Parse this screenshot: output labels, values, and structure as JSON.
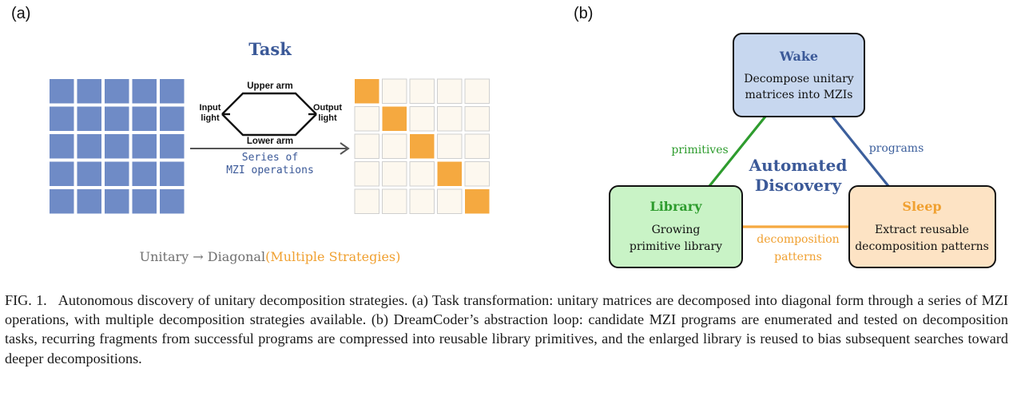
{
  "panel_a": {
    "label": "(a)",
    "title": "Task",
    "mzi": {
      "upper_arm": "Upper arm",
      "lower_arm": "Lower arm",
      "input_line1": "Input",
      "input_line2": "light",
      "output_line1": "Output",
      "output_line2": "light"
    },
    "arrow_label_line1": "Series of",
    "arrow_label_line2": "MZI operations",
    "bottom_prefix": "Unitary → Diagonal",
    "bottom_highlight": "(Multiple Strategies)",
    "matrix_rows": 5,
    "matrix_cols": 5
  },
  "panel_b": {
    "label": "(b)",
    "center_line1": "Automated",
    "center_line2": "Discovery",
    "wake": {
      "title": "Wake",
      "line1": "Decompose unitary",
      "line2": "matrices into MZIs"
    },
    "library": {
      "title": "Library",
      "line1": "Growing",
      "line2": "primitive library"
    },
    "sleep": {
      "title": "Sleep",
      "line1": "Extract reusable",
      "line2": "decomposition patterns"
    },
    "edge_primitives": "primitives",
    "edge_programs": "programs",
    "edge_decomp_line1": "decomposition",
    "edge_decomp_line2": "patterns"
  },
  "colors": {
    "blue_cell": "#6f8bc6",
    "orange": "#f5a940",
    "title_blue": "#3b5998",
    "green": "#2e9c2e",
    "program_blue": "#3c5f9c",
    "orange_text": "#f0a030"
  },
  "caption": {
    "lead": "FIG. 1.",
    "text": "Autonomous discovery of unitary decomposition strategies. (a) Task transformation: unitary matrices are decomposed into diagonal form through a series of MZI operations, with multiple decomposition strategies available. (b) DreamCoder’s abstraction loop: candidate MZI programs are enumerated and tested on decomposition tasks, recurring fragments from successful programs are compressed into reusable library primitives, and the enlarged library is reused to bias subsequent searches toward deeper decompositions."
  }
}
